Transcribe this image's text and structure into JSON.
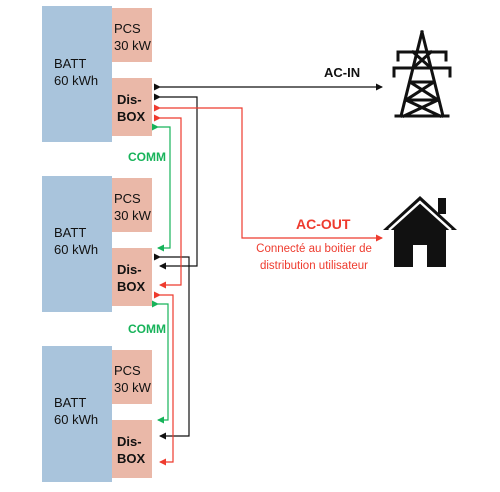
{
  "units": [
    {
      "batt_line1": "BATT",
      "batt_line2": "60 kWh",
      "pcs_line1": "PCS",
      "pcs_line2": "30 kW",
      "dis_line1": "Dis-",
      "dis_line2": "BOX"
    },
    {
      "batt_line1": "BATT",
      "batt_line2": "60 kWh",
      "pcs_line1": "PCS",
      "pcs_line2": "30 kW",
      "dis_line1": "Dis-",
      "dis_line2": "BOX"
    },
    {
      "batt_line1": "BATT",
      "batt_line2": "60 kWh",
      "pcs_line1": "PCS",
      "pcs_line2": "30 kW",
      "dis_line1": "Dis-",
      "dis_line2": "BOX"
    }
  ],
  "labels": {
    "ac_in": "AC-IN",
    "ac_out": "AC-OUT",
    "ac_out_desc_line1": "Connecté au boitier de",
    "ac_out_desc_line2": "distribution utilisateur",
    "comm_1": "COMM",
    "comm_2": "COMM"
  },
  "icons": [
    "power-pylon-icon",
    "house-icon"
  ],
  "colors": {
    "battery": "#a9c4dc",
    "module": "#eab8a8",
    "ac_in_line": "#111111",
    "ac_out_line": "#ee3b2e",
    "comm_line": "#17b35a"
  }
}
